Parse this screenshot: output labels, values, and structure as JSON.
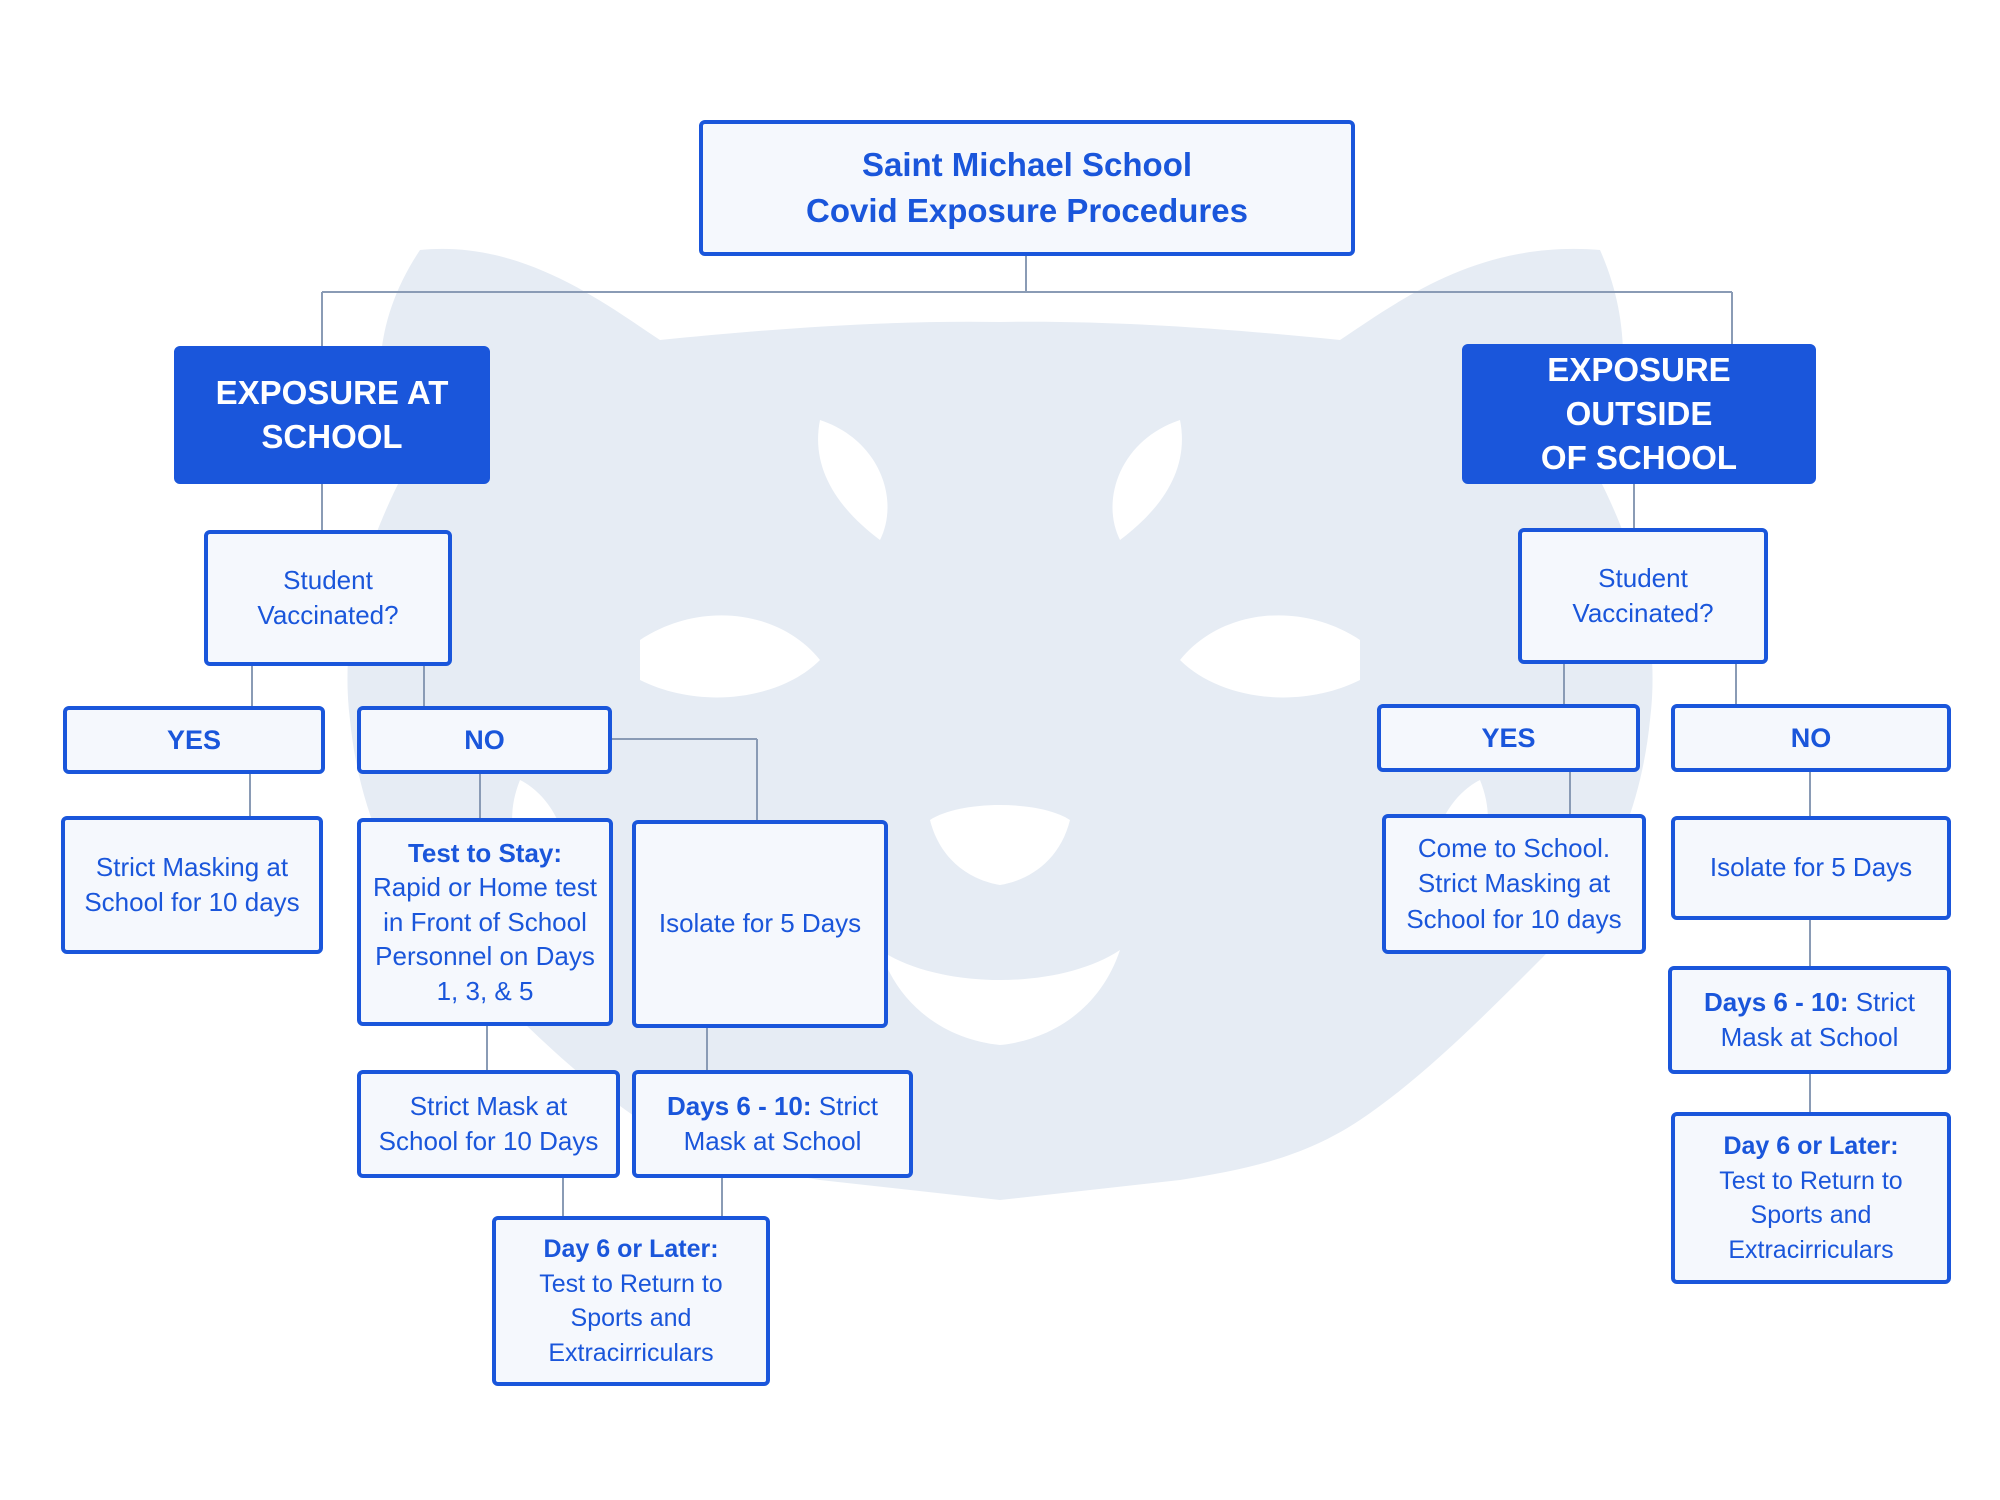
{
  "diagram": {
    "title": {
      "line1": "Saint Michael School",
      "line2": "Covid Exposure Procedures"
    },
    "at_school": {
      "label_line1": "EXPOSURE AT",
      "label_line2": "SCHOOL",
      "question_line1": "Student",
      "question_line2": "Vaccinated?",
      "yes": {
        "label": "YES",
        "step1_line1": "Strict Masking at",
        "step1_line2": "School for 10 days"
      },
      "no": {
        "label": "NO",
        "test_to_stay": {
          "heading": "Test to Stay:",
          "line1": "Rapid or Home test",
          "line2": "in Front of School",
          "line3": "Personnel on Days",
          "line4": "1, 3, & 5"
        },
        "strict_mask_line1": "Strict Mask at",
        "strict_mask_line2": "School for 10 Days",
        "isolate": "Isolate for 5 Days",
        "days_6_10": {
          "bold": "Days 6 - 10:",
          "rest1": "Strict",
          "line2": "Mask at School"
        },
        "day6_later": {
          "heading": "Day 6 or Later:",
          "line1": "Test to Return to",
          "line2": "Sports and",
          "line3": "Extracirriculars"
        }
      }
    },
    "outside_school": {
      "label_line1": "EXPOSURE OUTSIDE",
      "label_line2": "OF SCHOOL",
      "question_line1": "Student",
      "question_line2": "Vaccinated?",
      "yes": {
        "label": "YES",
        "line1": "Come to School.",
        "line2": "Strict Masking at",
        "line3": "School for 10 days"
      },
      "no": {
        "label": "NO",
        "isolate": "Isolate for 5 Days",
        "days_6_10": {
          "bold": "Days 6 - 10:",
          "rest1": "Strict",
          "line2": "Mask at School"
        },
        "day6_later": {
          "heading": "Day 6 or Later:",
          "line1": "Test to Return to",
          "line2": "Sports and",
          "line3": "Extracirriculars"
        }
      }
    }
  },
  "colors": {
    "accent": "#1a56db",
    "node_fill": "#f5f8fd",
    "connector": "#8a9bb5",
    "watermark": "#e4eaf3"
  }
}
